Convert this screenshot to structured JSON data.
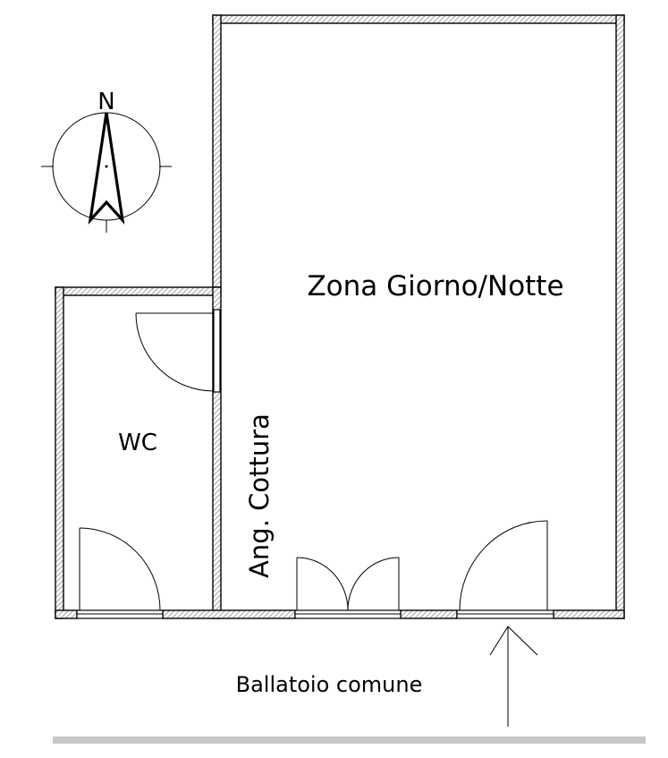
{
  "labels": {
    "living": "Zona Giorno/Notte",
    "wc": "WC",
    "kitchenette": "Ang. Cottura",
    "corridor": "Ballatoio comune",
    "north": "N"
  },
  "colors": {
    "ink": "#000000",
    "hatch": "#b9b9b9",
    "ground_bar": "#c6c6c6"
  },
  "icons": {
    "compass": "north-arrow-icon",
    "entrance": "entrance-arrow-icon"
  }
}
